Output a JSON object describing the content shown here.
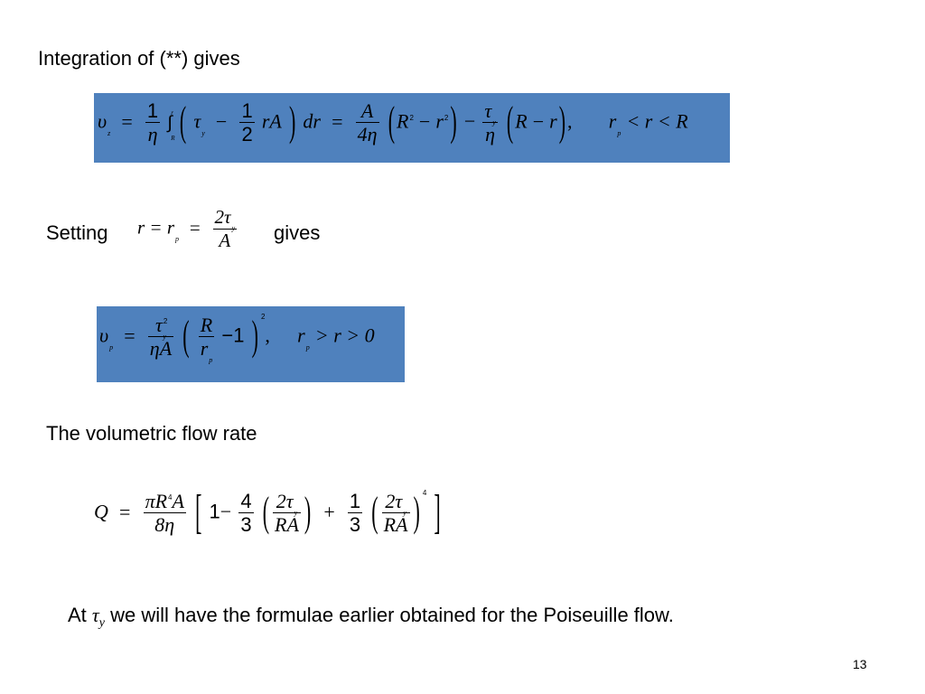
{
  "intro_text": "Integration of (**) gives",
  "eq1": {
    "lhs": "υ",
    "lhs_sub": "z",
    "frac_1_eta_num": "1",
    "frac_1_eta_den": "η",
    "int_upper": "r",
    "int_lower": "R",
    "tau": "τ",
    "tau_sub": "y",
    "half_num": "1",
    "half_den": "2",
    "rA": "rA",
    "dr": "dr",
    "A_over_4eta_num": "A",
    "A_over_4eta_den": "4η",
    "R": "R",
    "r": "r",
    "sq": "2",
    "tau_over_eta_num": "τ",
    "tau_over_eta_sub": "y",
    "tau_over_eta_den": "η",
    "range_rp": "r",
    "range_rp_sub": "p",
    "range_rest": "< r < R"
  },
  "setting_text": "Setting",
  "gives_text": "gives",
  "eq_setting": {
    "lhs": "r = r",
    "lhs_sub": "p",
    "num": "2τ",
    "num_sub": "y",
    "den": "A"
  },
  "eq2": {
    "lhs": "υ",
    "lhs_sub": "p",
    "num": "τ",
    "num_sup": "2",
    "num_sub": "y",
    "den": "ηA",
    "inner_num": "R",
    "inner_den": "r",
    "inner_den_sub": "p",
    "minus_one": "−1",
    "outer_sup": "2",
    "cond_rp": "r",
    "cond_rp_sub": "p",
    "cond_rest": "> r > 0"
  },
  "flow_text": "The volumetric flow rate",
  "eq3": {
    "lhs": "Q",
    "num": "πR",
    "num_sup": "4",
    "num_tail": "A",
    "den": "8η",
    "one": "1",
    "c1_num": "4",
    "c1_den": "3",
    "c2_num": "1",
    "c2_den": "3",
    "t_num": "2τ",
    "t_sub": "y",
    "t_den": "RA",
    "outer_sup": "4"
  },
  "conclusion": {
    "at": "At",
    "symbol": "τ",
    "symbol_sub": "y",
    "rest": "we will have the formulae earlier obtained for the Poiseuille flow."
  },
  "page_number": "13",
  "colors": {
    "equation_box": "#4f81bd",
    "text": "#000000",
    "background": "#ffffff"
  }
}
